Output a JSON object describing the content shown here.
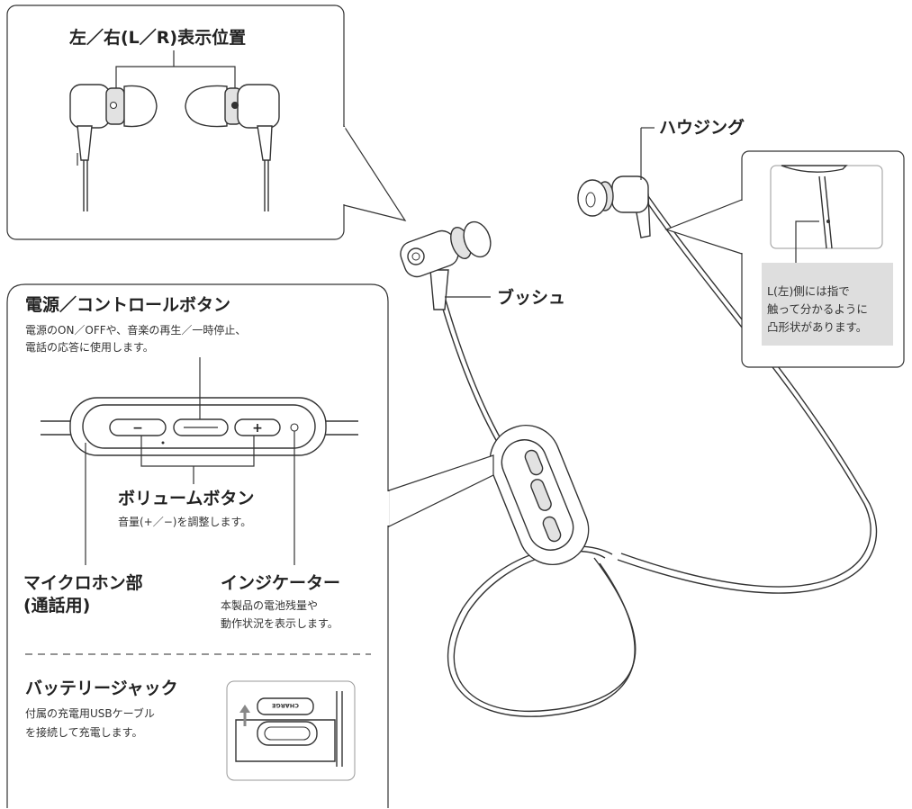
{
  "lr_panel": {
    "title": "左／右(L／R)表示位置"
  },
  "housing": {
    "label": "ハウジング"
  },
  "bush": {
    "label": "ブッシュ"
  },
  "note": {
    "lines": [
      "L(左)側には指で",
      "触って分かるように",
      "凸形状があります。"
    ]
  },
  "power": {
    "title": "電源／コントロールボタン",
    "desc": [
      "電源のON／OFFや、音楽の再生／一時停止、",
      "電話の応答に使用します。"
    ]
  },
  "volume": {
    "title": "ボリュームボタン",
    "desc": "音量(+／−)を調整します。"
  },
  "mic": {
    "title_lines": [
      "マイクロホン部",
      "(通話用)"
    ]
  },
  "indicator": {
    "title": "インジケーター",
    "desc": [
      "本製品の電池残量や",
      "動作状況を表示します。"
    ]
  },
  "battery": {
    "title": "バッテリージャック",
    "desc": [
      "付属の充電用USBケーブル",
      "を接続して充電します。"
    ]
  },
  "device_marks": {
    "minus": "−",
    "plus": "+",
    "charge": "CHARGE"
  }
}
